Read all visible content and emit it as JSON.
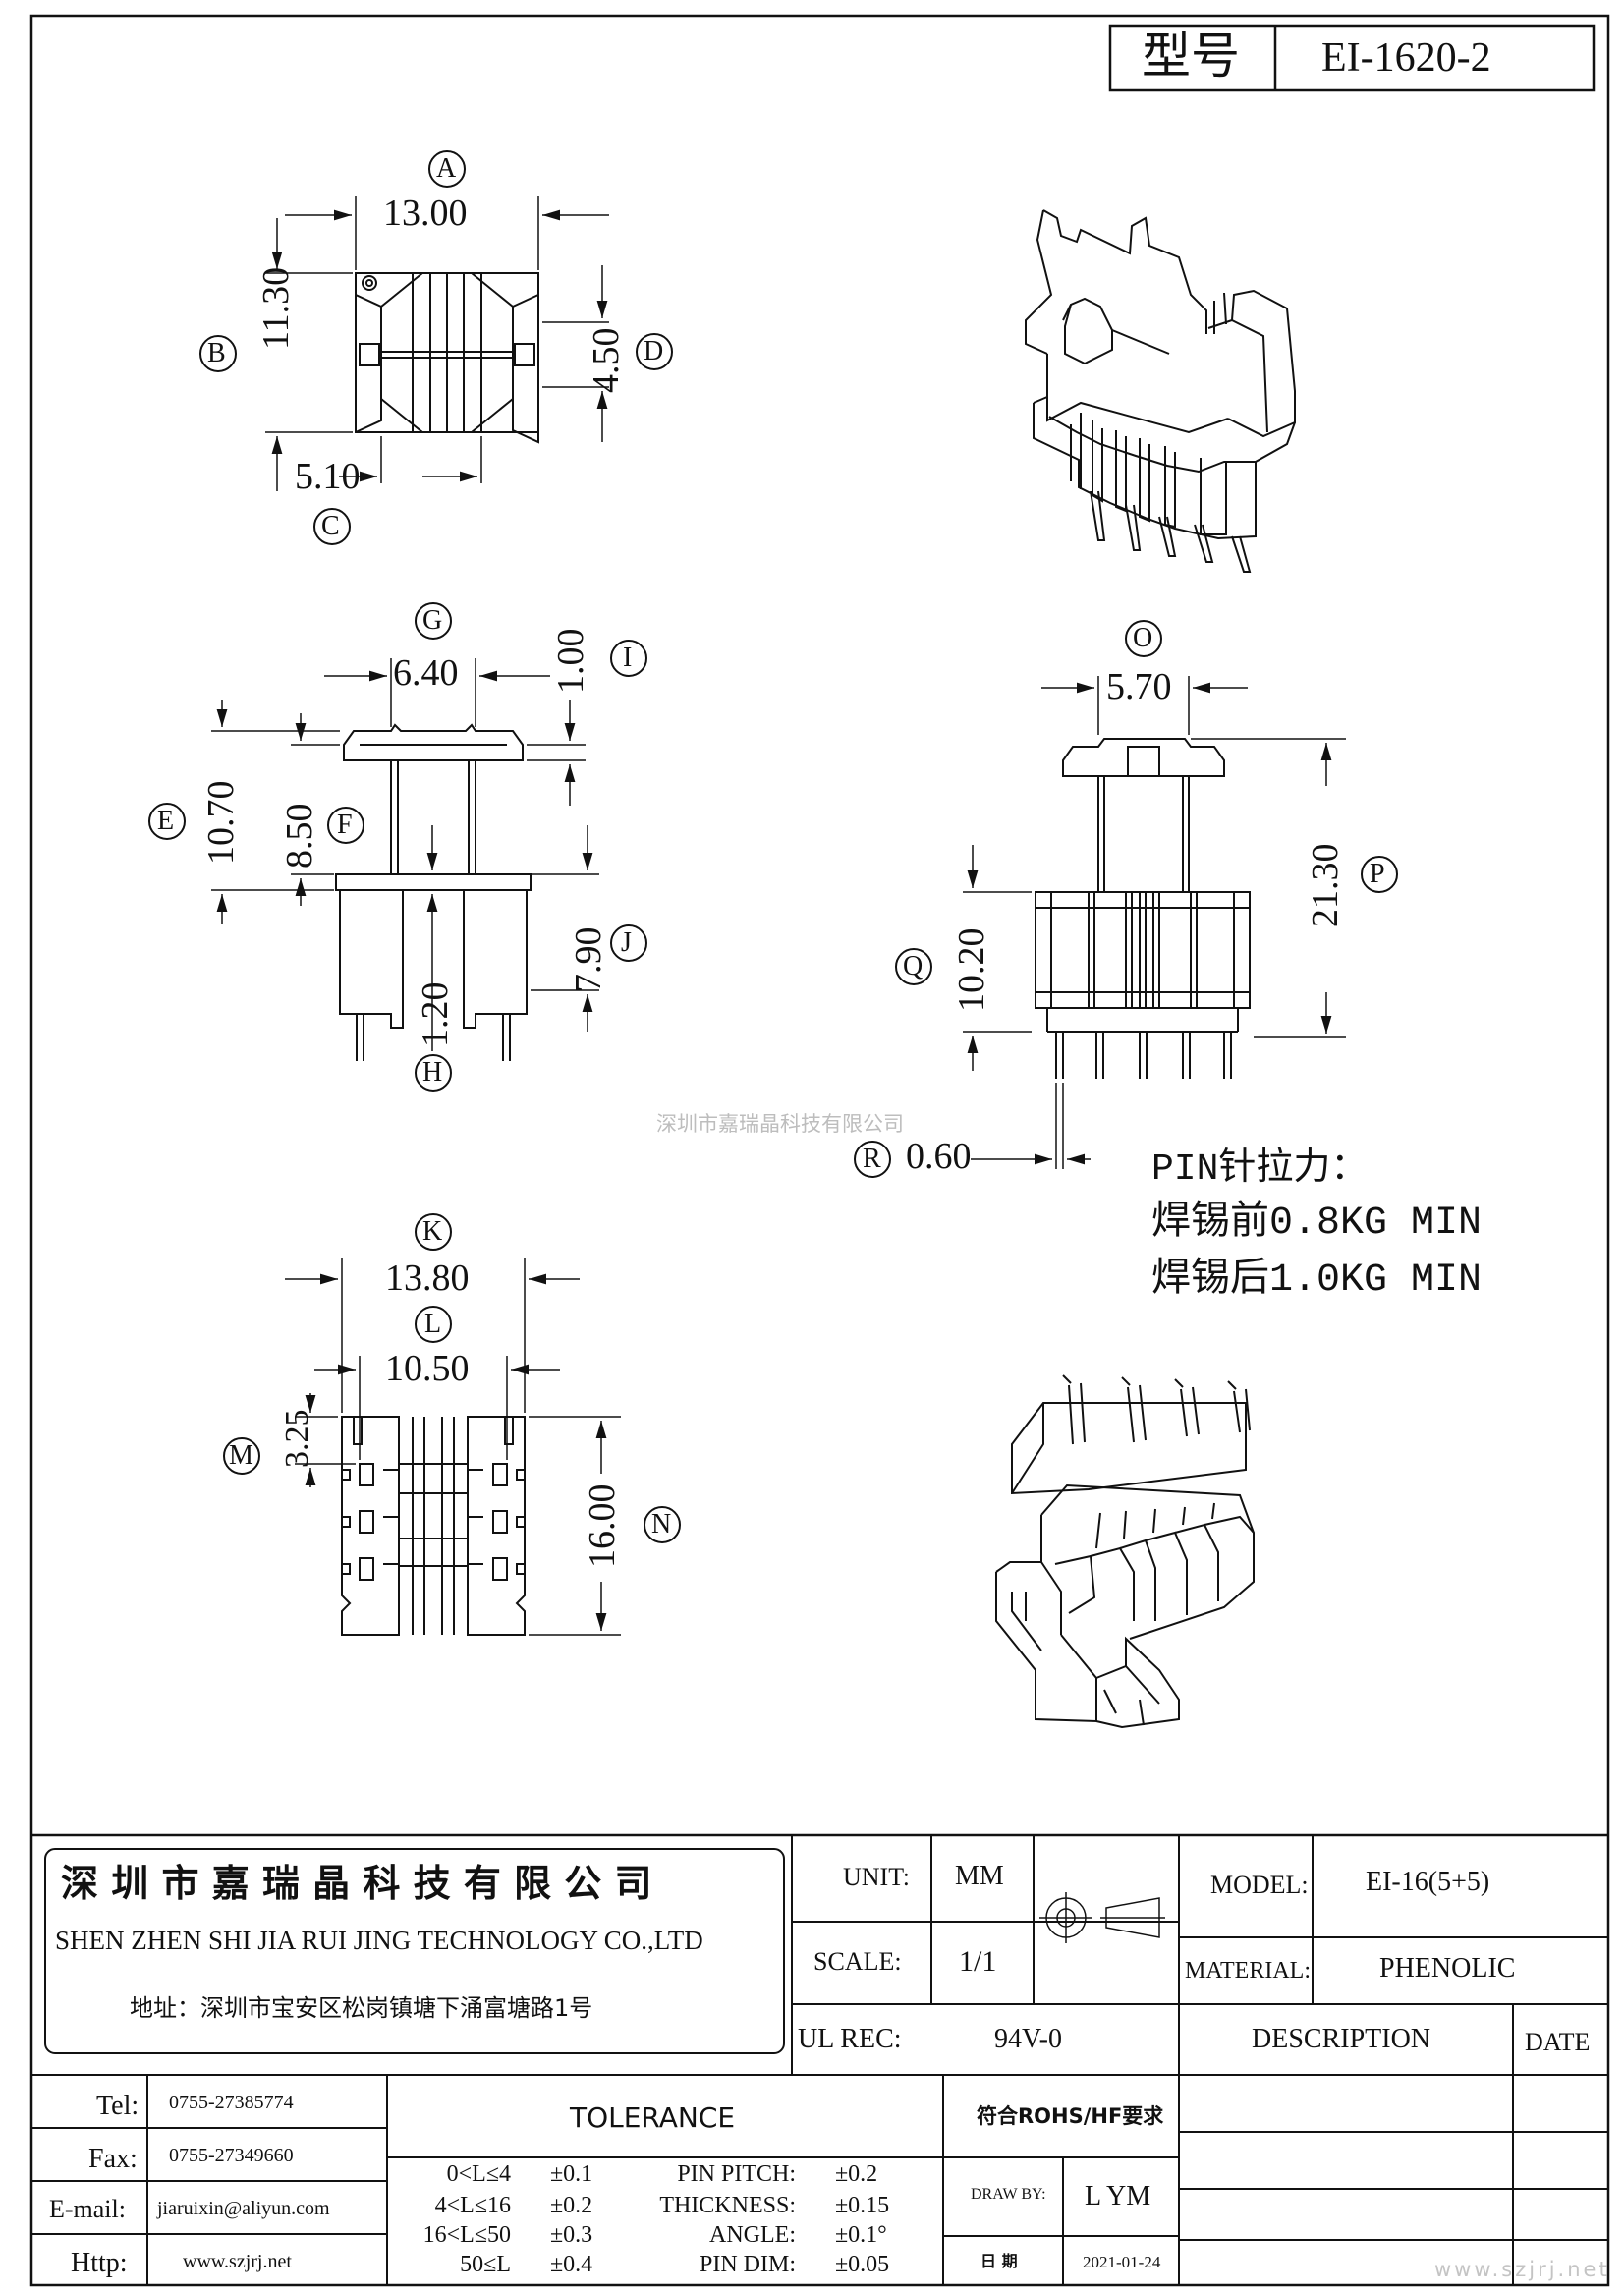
{
  "header": {
    "model_label": "型号",
    "model_value": "EI-1620-2"
  },
  "dimensions": {
    "A": {
      "letter": "A",
      "value": "13.00"
    },
    "B": {
      "letter": "B",
      "value": "11.30"
    },
    "C": {
      "letter": "C",
      "value": "5.10"
    },
    "D": {
      "letter": "D",
      "value": "4.50"
    },
    "G": {
      "letter": "G",
      "value": "6.40"
    },
    "I": {
      "letter": "I",
      "value": "1.00"
    },
    "E": {
      "letter": "E",
      "value": "10.70"
    },
    "F": {
      "letter": "F",
      "value": "8.50"
    },
    "J": {
      "letter": "J",
      "value": "7.90"
    },
    "H": {
      "letter": "H",
      "value": "1.20"
    },
    "O": {
      "letter": "O",
      "value": "5.70"
    },
    "P": {
      "letter": "P",
      "value": "21.30"
    },
    "Q": {
      "letter": "Q",
      "value": "10.20"
    },
    "R": {
      "letter": "R",
      "value": "0.60"
    },
    "K": {
      "letter": "K",
      "value": "13.80"
    },
    "L": {
      "letter": "L",
      "value": "10.50"
    },
    "M": {
      "letter": "M",
      "value": "3.25"
    },
    "N": {
      "letter": "N",
      "value": "16.00"
    }
  },
  "watermark": "深圳市嘉瑞晶科技有限公司",
  "pin_note": {
    "line1": "PIN针拉力：",
    "line2": "焊锡前0.8KG MIN",
    "line3": "焊锡后1.0KG MIN"
  },
  "title_block": {
    "company_cn": "深 圳 市 嘉 瑞 晶 科 技 有 限 公 司",
    "company_en": "SHEN ZHEN SHI   JIA RUI JING   TECHNOLOGY CO.,LTD",
    "address": "地址：深圳市宝安区松岗镇塘下涌富塘路1号",
    "unit_label": "UNIT:",
    "unit_value": "MM",
    "scale_label": "SCALE:",
    "scale_value": "1/1",
    "ul_label": "UL REC:",
    "ul_value": "94V-0",
    "model_label": "MODEL:",
    "model_value": "EI-16(5+5)",
    "material_label": "MATERIAL:",
    "material_value": "PHENOLIC",
    "description_label": "DESCRIPTION",
    "date_label": "DATE",
    "tel_label": "Tel:",
    "tel_value": "0755-27385774",
    "fax_label": "Fax:",
    "fax_value": "0755-27349660",
    "email_label": "E-mail:",
    "email_value": "jiaruixin@aliyun.com",
    "http_label": "Http:",
    "http_value": "www.szjrj.net",
    "tolerance_label": "TOLERANCE",
    "tol_rows": [
      {
        "range": "0<L≤4",
        "val": "±0.1"
      },
      {
        "range": "4<L≤16",
        "val": "±0.2"
      },
      {
        "range": "16<L≤50",
        "val": "±0.3"
      },
      {
        "range": "50≤L",
        "val": "±0.4"
      }
    ],
    "tol2_rows": [
      {
        "name": "PIN PITCH:",
        "val": "±0.2"
      },
      {
        "name": "THICKNESS:",
        "val": "±0.15"
      },
      {
        "name": "ANGLE:",
        "val": "±0.1°"
      },
      {
        "name": "PIN DIM:",
        "val": "±0.05"
      }
    ],
    "rohs": "符合ROHS/HF要求",
    "draw_label": "DRAW BY:",
    "draw_value": "L YM",
    "date_cn_label": "日 期",
    "date_value": "2021-01-24",
    "site_watermark": "www.szjrj.net"
  }
}
